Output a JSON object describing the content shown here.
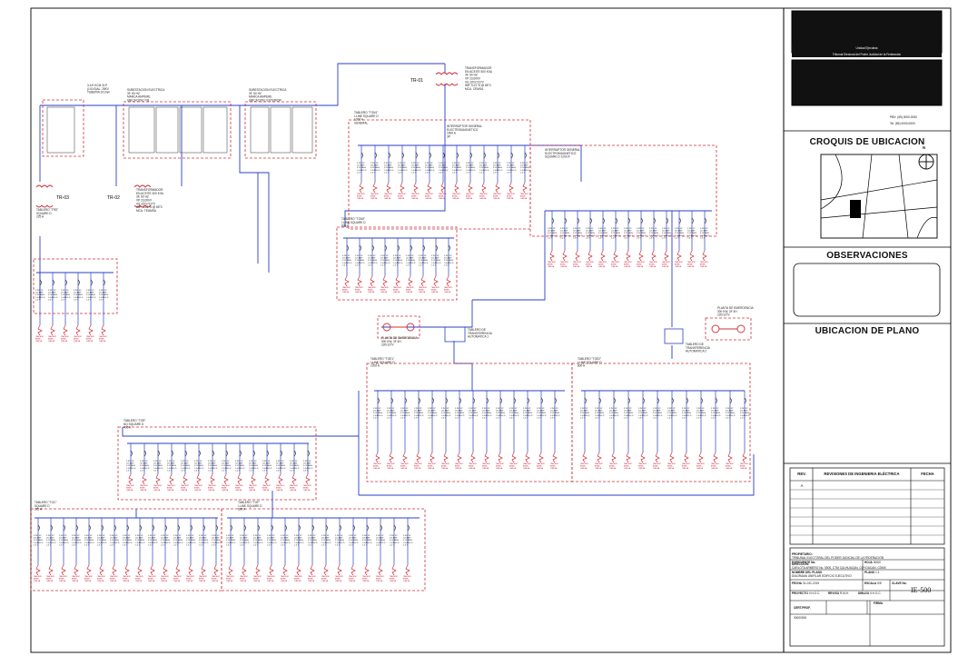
{
  "title_block": {
    "logo_caption_line1": "Unidad Ejecutiva",
    "logo_caption_line2": "Tribunal Electoral del Poder Judicial de la Federación",
    "contact_line1": "PBX: (55) 0000-0000",
    "contact_line2": "Tel. (55) 0000-0000",
    "sections": {
      "croquis": "CROQUIS DE UBICACION",
      "observaciones": "OBSERVACIONES",
      "ubicacion_plano": "UBICACION DE PLANO"
    },
    "north_label": "N",
    "revision_table": {
      "headers": [
        "REV.",
        "REVISIONES DE INGENIERIA ELÉCTRICA",
        "FECHA"
      ],
      "rows": [
        [
          "A",
          "",
          ""
        ]
      ]
    },
    "fields": {
      "propietario_label": "PROPIETARIO:",
      "propietario_value": "TRIBUNAL ELECTORAL DEL PODER JUDICIAL DE LA FEDERACION",
      "direccion_label": "DIRECCION:",
      "direccion_value": "CARLOTA ARMERO No. 5000, CTM CULHUACAN, COYOACAN, CDMX",
      "expediente_label": "EXPEDIENTE No.",
      "hoja_label": "HOJA",
      "hoja_value": "30/60",
      "nombre_label": "NOMBRE DEL PLANO",
      "nombre_value": "DIAGRAMA UNIFILAR EDIFICIO EJECUTIVO",
      "plano_label": "PLANO",
      "plano_value": "1:1",
      "fecha_label": "FECHA",
      "fecha_value": "31-DIC-2019",
      "escala_label": "ESCALA",
      "escala_value": "S/E",
      "clave_label": "CLAVE No.",
      "clave_value": "IE-500",
      "proyecto_label": "PROYECTO",
      "proyecto_value": "V.H.O.C.",
      "reviso_label": "REVISO",
      "reviso_value": "R.M.H.",
      "dibujo_label": "DIBUJO",
      "dibujo_value": "V.H.O.C.",
      "cert_label": "CERT.PROF.",
      "cert_value": "00000000",
      "firma_label": "FIRMA"
    }
  },
  "diagram": {
    "transformers": {
      "tr01": "TR-01",
      "tr02": "TR-02",
      "tr03": "TR-03",
      "tr01_desc": "TRANSFORMADOR\nEN ACEITE 500 KVA\n3F, 60 HZ\nVP 23,000V\nVS 220Y/127V\nIMP. 5.22 % @ 85°C\nMCA. CEMSA",
      "tr02_desc": "TRANSFORMADOR\nEN ACEITE 300 KVA\n3F, 60 HZ\nVP 23,000V\nVS 220Y/127V\nIMP. 3.23 % @ 85°C\nMCA. TEAMSA"
    },
    "labels": {
      "subestacion_1": "SUBESTACION ELECTRICA\n3F, 60 HZ\nMARCA AMPERE\nUBICACION: P.B.",
      "subestacion_2": "SUBESTACION ELECTRICA\n3F, 60 HZ\nMARCA AMPERE\nUBICACION: EXTERIOR",
      "acometida": "3-1/0 KCM XLP\n(1X1/0)AL. 25KV\nTUBERIA 101mm",
      "tablero_principal": "TABLERO \"TGN1\"\nI-LINE SQUARE D\n1200 A\nGENERAL",
      "interruptor_general": "INTERRUPTOR GENERAL\nELECTROMAGNETICO\n1600 A\n3P",
      "interruptor_general_2": "INTERRUPTOR GENERAL\nELECTROMAGNETICO\nSQUARE D 1200 A",
      "tablero_transfer": "TABLERO DE\nTRANSFERENCIA\nAUTOMATICA 1",
      "tablero_transfer_2": "TABLERO DE\nTRANSFERENCIA\nAUTOMATICA 2",
      "planta_1": "PLANTA DE EMERGENCIA\n500 KW, 3F 4H\n220/127V",
      "planta_2": "PLANTA DE EMERGENCIA\n300 KW, 3F 4H\n220/127V",
      "tablero_tgn2": "TABLERO \"TGN2\"\nI-LINE SQUARE D\n800 A",
      "tablero_tge1": "TABLERO \"TGE1\"\nI-LINE SQUARE D\n1200 A",
      "tablero_tge2": "TABLERO \"TGE2\"\nI-LINE SQUARE D\n800 A",
      "tablero_tgr": "TABLERO \"TGR\"\nNQ SQUARE D\n400 A",
      "tablero_tgc": "TABLERO \"TGC\"\nSQUARE D\n225 A",
      "tablero_tr03": "TABLERO \"TRS\"\nSQUARE D\n225 A",
      "tablero_tgf": "TABLERO \"TGF\"\nI-LINE SQUARE D\n600 A",
      "branch": "3 INT. 3P\n125 AMP\n3-1/0 AWG\n1-4 AWG D\n1-6 T",
      "load": "TABLERO\nAREA\nCARGA"
    }
  }
}
